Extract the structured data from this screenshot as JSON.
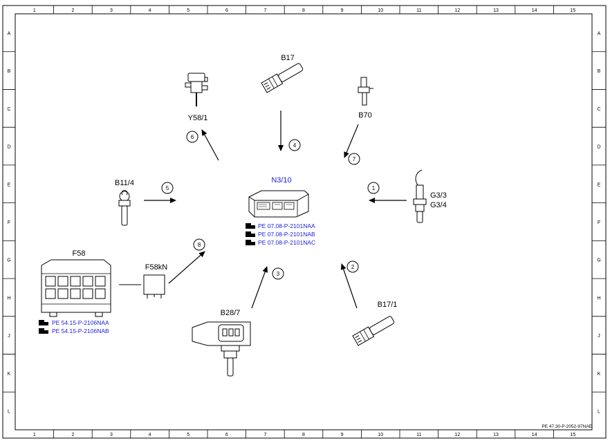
{
  "border": {
    "columns": [
      "1",
      "2",
      "3",
      "4",
      "5",
      "6",
      "7",
      "8",
      "9",
      "10",
      "11",
      "12",
      "13",
      "14",
      "15"
    ],
    "rows": [
      "A",
      "B",
      "C",
      "D",
      "E",
      "F",
      "G",
      "H",
      "J",
      "K",
      "L"
    ]
  },
  "components": {
    "b17": "B17",
    "y58_1": "Y58/1",
    "b70": "B70",
    "n3_10": "N3/10",
    "b11_4": "B11/4",
    "g3_3": "G3/3",
    "g3_4": "G3/4",
    "f58": "F58",
    "f58kn": "F58kN",
    "b28_7": "B28/7",
    "b17_1": "B17/1"
  },
  "arrow_numbers": [
    "1",
    "2",
    "3",
    "4",
    "5",
    "6",
    "7",
    "8"
  ],
  "refs_n3_10": [
    "PE 07.08-P-2101NAA",
    "PE 07.08-P-2101NAB",
    "PE 07.08-P-2101NAC"
  ],
  "refs_f58": [
    "PE 54.15-P-2106NAA",
    "PE 54.15-P-2106NAB"
  ],
  "footer_code": "PE 47.30-P-2052-97NAE"
}
